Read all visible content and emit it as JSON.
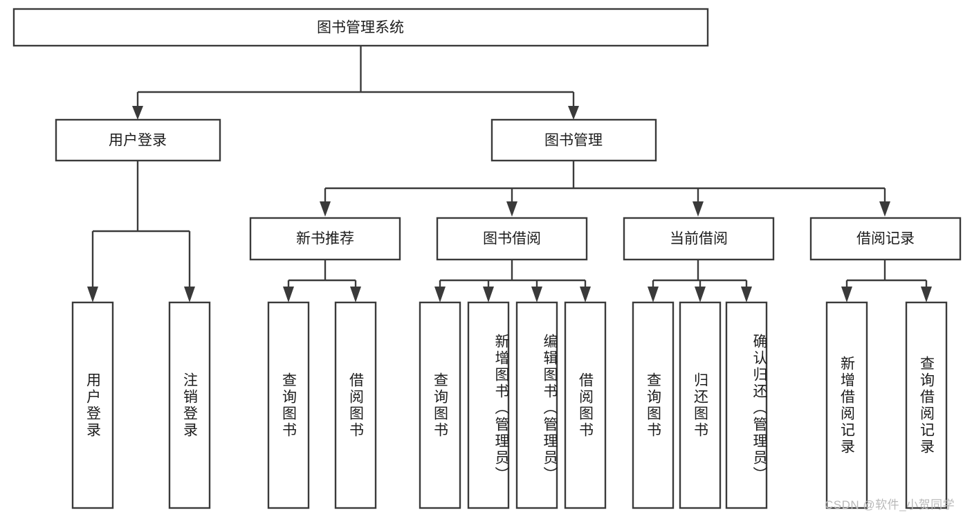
{
  "diagram": {
    "title": "图书管理系统",
    "type": "tree-hierarchy-diagram",
    "colors": {
      "box_stroke": "#3a3a3a",
      "box_fill": "#ffffff",
      "text": "#1c1c1c",
      "background": "#ffffff",
      "watermark": "#b9b9b9"
    },
    "root": {
      "label": "图书管理系统"
    },
    "level2": [
      {
        "label": "用户登录"
      },
      {
        "label": "图书管理"
      }
    ],
    "level3": [
      {
        "label": "新书推荐"
      },
      {
        "label": "图书借阅"
      },
      {
        "label": "当前借阅"
      },
      {
        "label": "借阅记录"
      }
    ],
    "leaves": {
      "user_login": [
        {
          "label": "用户登录"
        },
        {
          "label": "注销登录"
        }
      ],
      "new_book_recommend": [
        {
          "label": "查询图书"
        },
        {
          "label": "借阅图书"
        }
      ],
      "book_borrow": [
        {
          "label": "查询图书"
        },
        {
          "label": "新增图书（管理员）"
        },
        {
          "label": "编辑图书（管理员）"
        },
        {
          "label": "借阅图书"
        }
      ],
      "current_borrow": [
        {
          "label": "查询图书"
        },
        {
          "label": "归还图书"
        },
        {
          "label": "确认归还（管理员）"
        }
      ],
      "borrow_record": [
        {
          "label": "新增借阅记录"
        },
        {
          "label": "查询借阅记录"
        }
      ]
    }
  },
  "watermark": {
    "text": "CSDN @软件_小贺同学"
  }
}
